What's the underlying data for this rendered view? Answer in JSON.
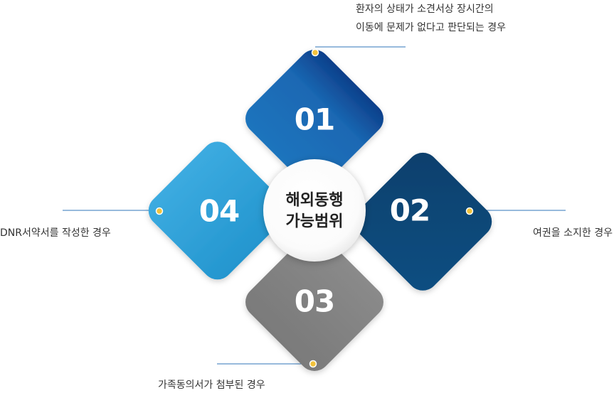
{
  "center": {
    "line1": "해외동행",
    "line2": "가능범위"
  },
  "items": [
    {
      "number": "01",
      "color": "#1a68b3",
      "lines": [
        "환자의 상태가 소견서상 장시간의",
        "이동에 문제가 없다고 판단되는 경우"
      ]
    },
    {
      "number": "02",
      "color": "#0c4a7a",
      "lines": [
        "여권을 소지한 경우"
      ]
    },
    {
      "number": "03",
      "color": "#808080",
      "lines": [
        "가족동의서가 첨부된 경우"
      ]
    },
    {
      "number": "04",
      "color": "#2aa0d6",
      "lines": [
        "DNR서약서를 작성한 경우"
      ]
    }
  ],
  "accent_dot": "#f2c23c",
  "connector_color": "#2f74b8"
}
